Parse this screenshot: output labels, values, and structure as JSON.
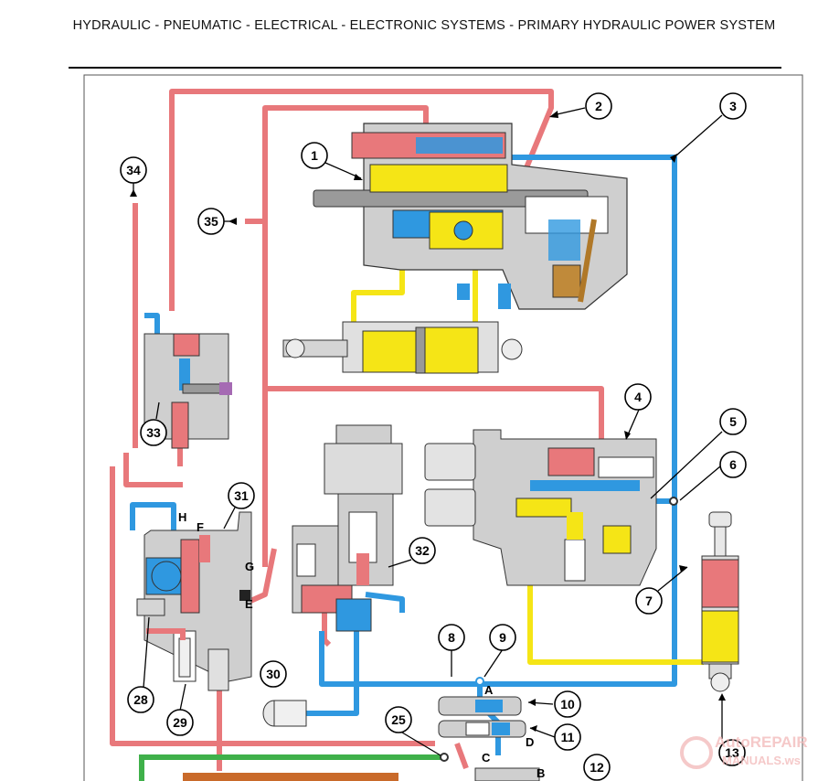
{
  "header": {
    "title": "HYDRAULIC - PNEUMATIC - ELECTRICAL - ELECTRONIC SYSTEMS - PRIMARY HYDRAULIC POWER SYSTEM"
  },
  "colors": {
    "pressure": "#e8787b",
    "return": "#2f98e0",
    "actuation": "#f5e516",
    "supply": "#3fb04a",
    "body": "#cfcfcf"
  },
  "callouts": [
    "1",
    "2",
    "3",
    "4",
    "5",
    "6",
    "7",
    "8",
    "9",
    "10",
    "11",
    "12",
    "13",
    "25",
    "28",
    "29",
    "30",
    "31",
    "32",
    "33",
    "34",
    "35"
  ],
  "port_letters": [
    "A",
    "B",
    "C",
    "D",
    "E",
    "F",
    "G",
    "H"
  ],
  "watermark": {
    "line1": "AutoREPAIR",
    "line2": "MANUALS.ws"
  }
}
